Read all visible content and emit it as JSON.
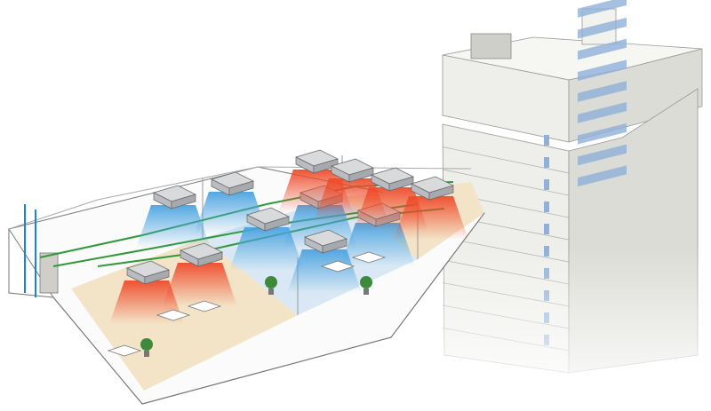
{
  "colors": {
    "background": "#ffffff",
    "building_face": "#eeeeea",
    "building_side": "#dcdcd6",
    "window": "#8fb0d8",
    "floor_warm": "#f3e4c8",
    "floor_cool": "#d9e8f4",
    "heat_air": "#ef4a2a",
    "cool_air": "#4aa3e0",
    "refrigerant_pipe": "#2f9a3a",
    "riser_pipe": "#1f7fd0",
    "unit_body": "#b9bcc0"
  },
  "icons": [
    "building",
    "ceiling-cassette-unit",
    "outdoor-unit",
    "plant",
    "desk",
    "sofa"
  ]
}
